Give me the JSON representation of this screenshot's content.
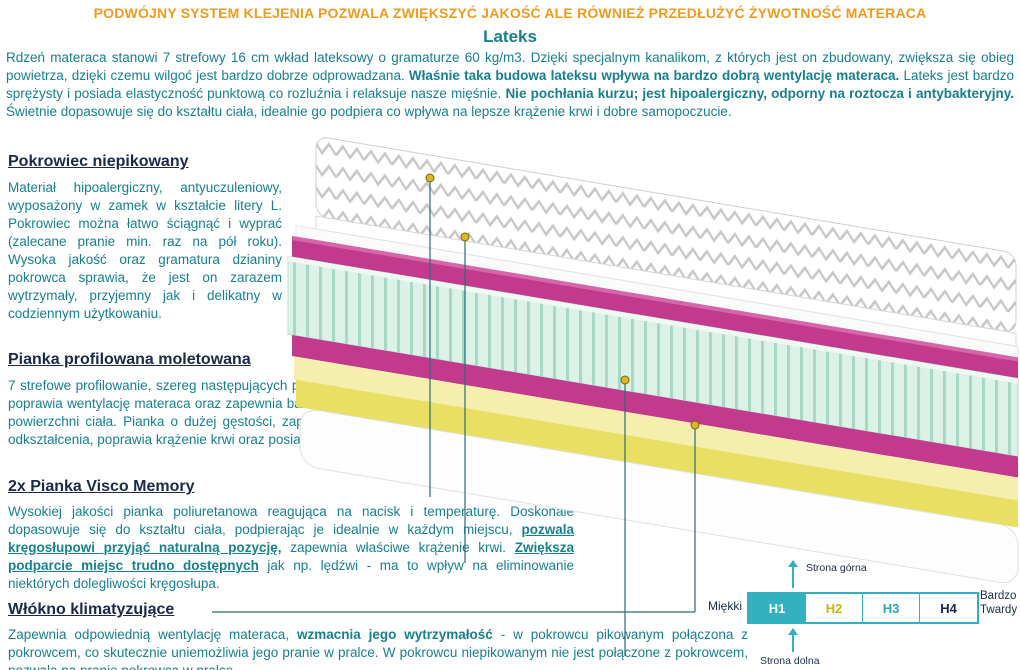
{
  "banner": {
    "text": "PODWÓJNY SYSTEM KLEJENIA POZWALA ZWIĘKSZYĆ JAKOŚĆ ALE RÓWNIEŻ PRZEDŁUŻYĆ ŻYWOTNOŚĆ MATERACA"
  },
  "sections": {
    "lateks": {
      "heading": "Lateks",
      "segments": [
        {
          "t": "Rdzeń materaca stanowi 7 strefowy 16 cm wkład lateksowy o gramaturze 60 kg/m3. Dzięki specjalnym kanalikom, z których jest on zbudowany, zwiększa się obieg powietrza, dzięki czemu wilgoć jest bardzo dobrze odprowadzana. "
        },
        {
          "t": "Właśnie taka budowa lateksu wpływa na bardzo dobrą wentylację materaca.",
          "b": true
        },
        {
          "t": " Lateks jest bardzo sprężysty i posiada elastyczność punktową co rozluźnia i relaksuje nasze mięśnie. "
        },
        {
          "t": "Nie pochłania kurzu; jest hipoalergiczny, odporny na roztocza i antybakteryjny.",
          "b": true
        },
        {
          "t": " Świetnie dopasowuje się do kształtu ciała, idealnie go podpiera co wpływa na lepsze krążenie krwi i dobre samopoczucie."
        }
      ]
    },
    "pokrowiec": {
      "heading": "Pokrowiec niepikowany",
      "segments": [
        {
          "t": "Materiał hipoalergiczny, antyuczuleniowy, wyposażony w zamek w kształcie litery L. Pokrowiec można łatwo ściągnąć i wyprać (zalecane pranie min. raz na pół roku). Wysoka jakość oraz gramatura dzianiny pokrowca sprawia, że jest on zarazem wytrzymały, przyjemny jak i delikatny w codziennym użytkowaniu."
        }
      ]
    },
    "pianka": {
      "heading": "Pianka profilowana moletowana",
      "segments": [
        {
          "t": "7 strefowe profilowanie, szereg następujących po sobie wgłębień i wypustek poprawia wentylację materaca oraz zapewnia bardzo dobre dopasowanie do powierzchni ciała. Pianka o dużej gęstości, zapewnia dobrą odporność na odkształcenia, poprawia krążenie krwi oraz posiada właściwości masujące."
        }
      ]
    },
    "visco": {
      "heading": "2x Pianka Visco Memory",
      "segments": [
        {
          "t": "Wysokiej jakości pianka poliuretanowa reagująca na nacisk i temperaturę. Doskonale dopasowuje się do kształtu ciała, podpierając je idealnie w każdym miejscu, "
        },
        {
          "t": "pozwala kręgosłupowi przyjąć naturalną pozycję,",
          "b": true,
          "u": true
        },
        {
          "t": " zapewnia właściwe krążenie krwi. "
        },
        {
          "t": "Zwiększa podparcie miejsc trudno dostępnych",
          "b": true,
          "u": true
        },
        {
          "t": " jak np. lędźwi - ma to wpływ na eliminowanie niektórych dolegliwości kręgosłupa."
        }
      ]
    },
    "wlokno": {
      "heading": "Włókno klimatyzujące",
      "segments": [
        {
          "t": "Zapewnia odpowiednią wentylację materaca, "
        },
        {
          "t": "wzmacnia jego wytrzymałość",
          "b": true
        },
        {
          "t": " - w pokrowcu pikowanym połączona z pokrowcem, co skutecznie uniemożliwia jego pranie w pralce. W pokrowcu niepikowanym nie jest połączone z pokrowcem, pozwala na pranie pokrowca w pralce."
        }
      ]
    }
  },
  "firmness": {
    "top_label": "Strona górna",
    "bottom_label": "Strona dolna",
    "left_label": "Miękki",
    "right_label_line1": "Bardzo",
    "right_label_line2": "Twardy",
    "levels": [
      {
        "label": "H1",
        "selected": true,
        "color": "#ffffff"
      },
      {
        "label": "H2",
        "selected": false,
        "color": "#c9b50b"
      },
      {
        "label": "H3",
        "selected": false,
        "color": "#2aa7b5"
      },
      {
        "label": "H4",
        "selected": false,
        "color": "#1b2a4a"
      }
    ]
  },
  "colors": {
    "banner_orange": "#ef9b1d",
    "body_teal": "#17808f",
    "heading_navy": "#1b2a4a",
    "visco_pink": "#c13a8c",
    "latex_mint": "#dcf2e7",
    "latex_stripe": "#a7d8c5",
    "foam_yellow": "#e9df63",
    "foam_pale_yellow": "#f5efad",
    "leader_line": "#2a6b75",
    "marker_gold": "#d9b62c",
    "scale_teal": "#33b1c0"
  }
}
